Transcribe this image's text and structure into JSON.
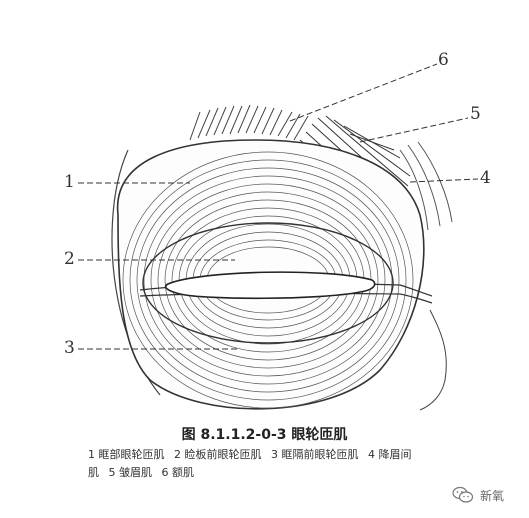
{
  "labels": [
    "1",
    "2",
    "3",
    "4",
    "5",
    "6"
  ],
  "caption": "图 8.1.1.2-0-3  眼轮匝肌",
  "legend": {
    "line1": [
      "1 眶部眼轮匝肌",
      "2 睑板前眼轮匝肌",
      "3 眶隔前眼轮匝肌",
      "4 降眉间"
    ],
    "line2": [
      "肌",
      "5 皱眉肌",
      "6 额肌"
    ]
  },
  "watermark": {
    "icon": "wechat-icon",
    "text": "新氧"
  },
  "colors": {
    "ink": "#333333",
    "paper": "#ffffff"
  }
}
